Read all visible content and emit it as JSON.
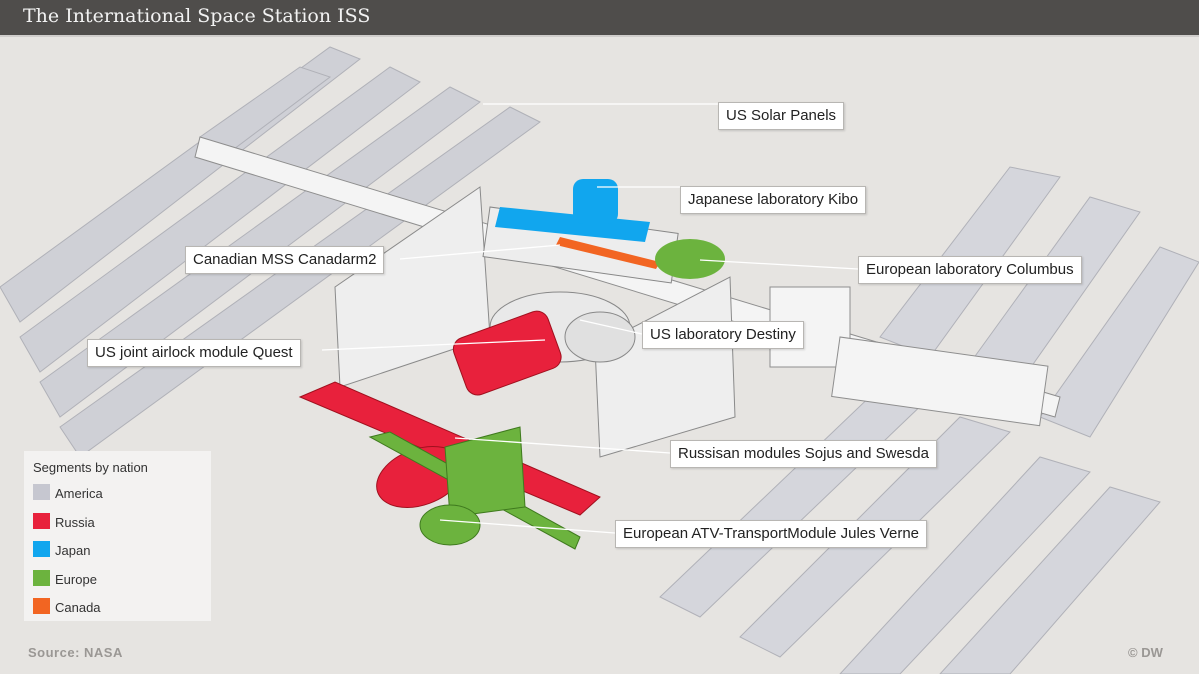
{
  "title": "The International Space Station ISS",
  "labels": {
    "solar": "US Solar Panels",
    "kibo": "Japanese laboratory Kibo",
    "canadarm": "Canadian MSS Canadarm2",
    "columbus": "European laboratory Columbus",
    "quest": "US joint airlock module Quest",
    "destiny": "US laboratory Destiny",
    "russian": "Russisan modules Sojus and Swesda",
    "atv": "European ATV-TransportModule Jules Verne"
  },
  "legend": {
    "title": "Segments by nation",
    "items": [
      {
        "label": "America",
        "color": "#c6c7d0"
      },
      {
        "label": "Russia",
        "color": "#e8213c"
      },
      {
        "label": "Japan",
        "color": "#11a6ee"
      },
      {
        "label": "Europe",
        "color": "#6cb33e"
      },
      {
        "label": "Canada",
        "color": "#f26522"
      }
    ]
  },
  "source": "Source: NASA",
  "credit": "© DW"
}
